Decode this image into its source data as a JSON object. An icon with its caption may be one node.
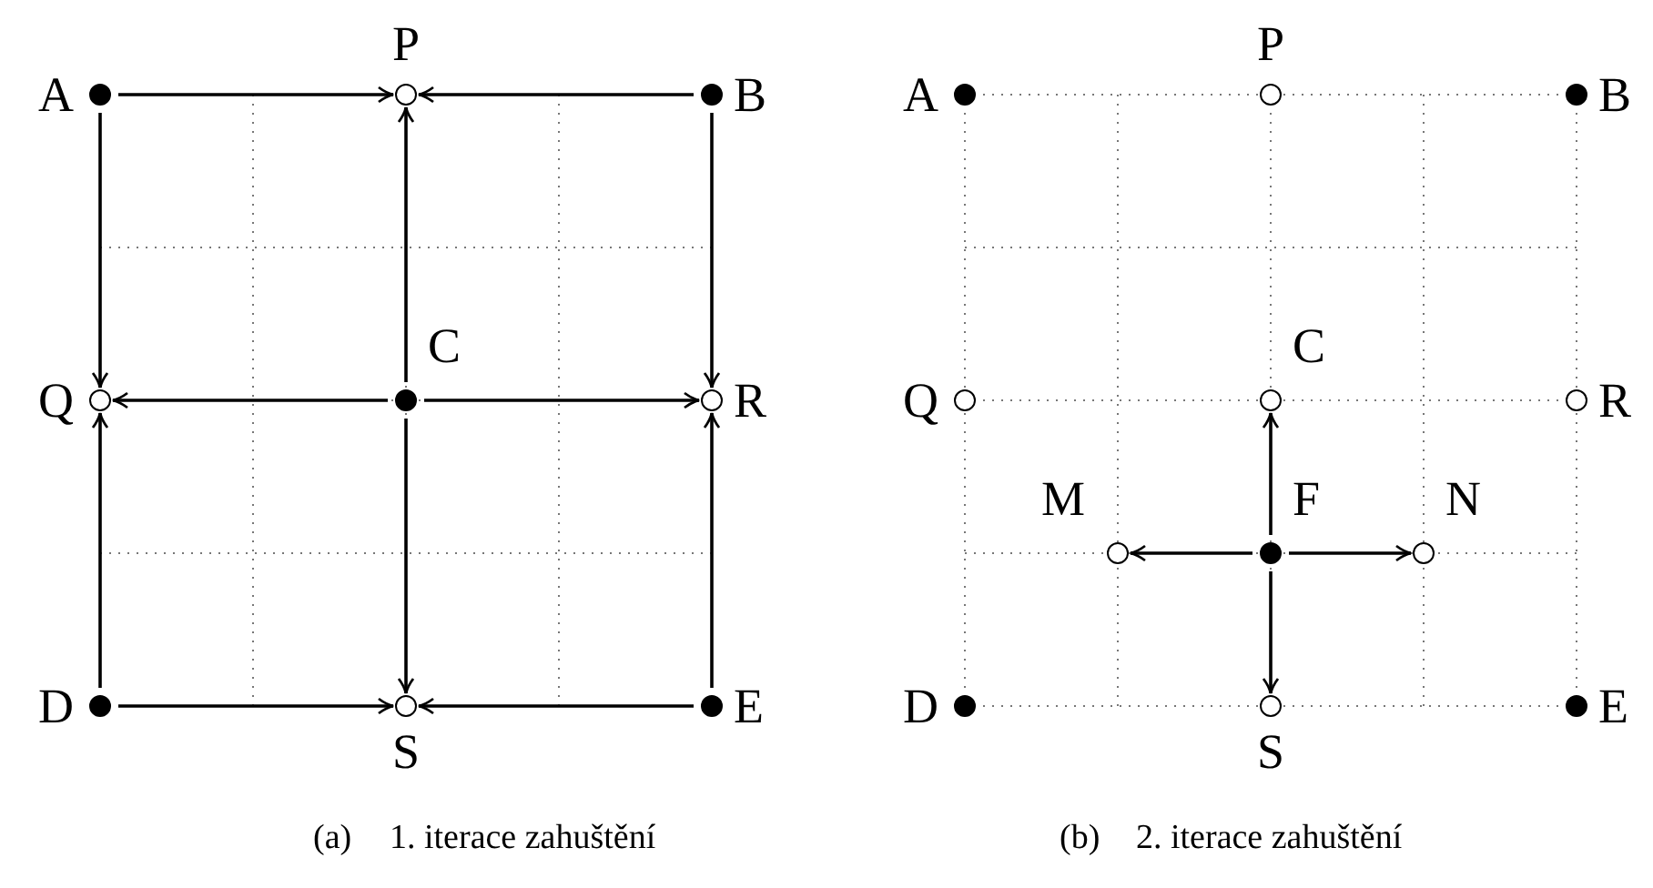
{
  "diagram": {
    "nodes": [
      {
        "text": [],
        "shape": "dot",
        "beside": [
          "A"
        ]
      },
      {
        "text": [],
        "shape": "circle",
        "beside": [
          "P"
        ]
      },
      {
        "text": [],
        "shape": "dot",
        "beside": [
          "B"
        ]
      },
      {
        "text": [],
        "shape": "circle",
        "beside": [
          "Q"
        ]
      },
      {
        "text": [],
        "shape": "dot",
        "beside": [
          "C"
        ]
      },
      {
        "text": [],
        "shape": "circle",
        "beside": [
          "R"
        ]
      },
      {
        "text": [],
        "shape": "dot",
        "beside": [
          "D"
        ]
      },
      {
        "text": [],
        "shape": "circle",
        "beside": [
          "S"
        ]
      },
      {
        "text": [],
        "shape": "dot",
        "beside": [
          "E"
        ]
      },
      {
        "text": [],
        "shape": "dot",
        "beside": [
          "A"
        ]
      },
      {
        "text": [],
        "shape": "circle",
        "beside": [
          "P"
        ]
      },
      {
        "text": [],
        "shape": "dot",
        "beside": [
          "B"
        ]
      },
      {
        "text": [],
        "shape": "circle",
        "beside": [
          "Q"
        ]
      },
      {
        "text": [],
        "shape": "circle",
        "beside": [
          "C"
        ]
      },
      {
        "text": [],
        "shape": "circle",
        "beside": [
          "R"
        ]
      },
      {
        "text": [],
        "shape": "circle",
        "beside": [
          "M"
        ]
      },
      {
        "text": [],
        "shape": "dot",
        "beside": [
          "F"
        ]
      },
      {
        "text": [],
        "shape": "circle",
        "beside": [
          "N"
        ]
      },
      {
        "text": [],
        "shape": "dot",
        "beside": [
          "D"
        ]
      },
      {
        "text": [],
        "shape": "circle",
        "beside": [
          "S"
        ]
      },
      {
        "text": [],
        "shape": "dot",
        "beside": [
          "E"
        ]
      }
    ],
    "edges": [
      {
        "from": 0,
        "to": 1,
        "arrow": "to"
      },
      {
        "from": 2,
        "to": 1,
        "arrow": "to"
      },
      {
        "from": 4,
        "to": 1,
        "arrow": "to"
      },
      {
        "from": 0,
        "to": 3,
        "arrow": "to"
      },
      {
        "from": 4,
        "to": 3,
        "arrow": "to"
      },
      {
        "from": 6,
        "to": 3,
        "arrow": "to"
      },
      {
        "from": 2,
        "to": 5,
        "arrow": "to"
      },
      {
        "from": 4,
        "to": 5,
        "arrow": "to"
      },
      {
        "from": 8,
        "to": 5,
        "arrow": "to"
      },
      {
        "from": 6,
        "to": 7,
        "arrow": "to"
      },
      {
        "from": 8,
        "to": 7,
        "arrow": "to"
      },
      {
        "from": 4,
        "to": 7,
        "arrow": "to"
      },
      {
        "from": 16,
        "to": 13,
        "arrow": "to"
      },
      {
        "from": 16,
        "to": 15,
        "arrow": "to"
      },
      {
        "from": 16,
        "to": 17,
        "arrow": "to"
      },
      {
        "from": 16,
        "to": 19,
        "arrow": "to"
      }
    ],
    "labels": [
      "(a)",
      "1. iterace zahuštění",
      "(b)",
      "2. iterace zahuštění"
    ]
  }
}
